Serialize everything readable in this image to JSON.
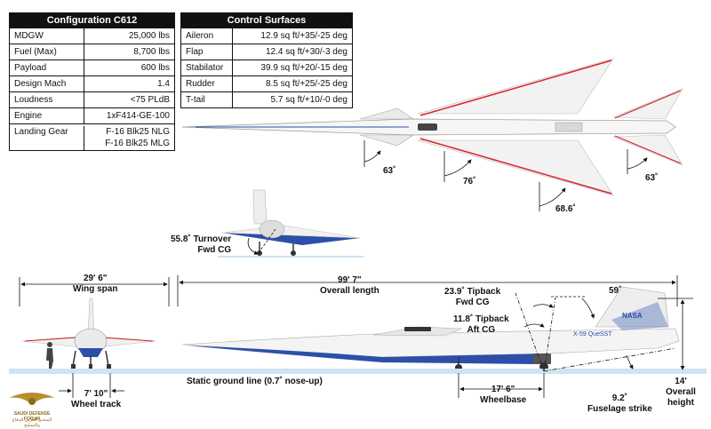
{
  "config_table": {
    "title": "Configuration C612",
    "rows": [
      {
        "label": "MDGW",
        "value": "25,000 lbs"
      },
      {
        "label": "Fuel (Max)",
        "value": "8,700 lbs"
      },
      {
        "label": "Payload",
        "value": "600 lbs"
      },
      {
        "label": "Design Mach",
        "value": "1.4"
      },
      {
        "label": "Loudness",
        "value": "<75 PLdB"
      },
      {
        "label": "Engine",
        "value": "1xF414-GE-100"
      },
      {
        "label": "Landing Gear",
        "value": "F-16 Blk25 NLG",
        "value2": "F-16 Blk25 MLG"
      }
    ]
  },
  "control_table": {
    "title": "Control Surfaces",
    "rows": [
      {
        "label": "Aileron",
        "value": "12.9 sq ft/+35/-25 deg"
      },
      {
        "label": "Flap",
        "value": "12.4 sq ft/+30/-3 deg"
      },
      {
        "label": "Stabilator",
        "value": "39.9 sq ft/+20/-15 deg"
      },
      {
        "label": "Rudder",
        "value": "8.5 sq ft/+25/-25 deg"
      },
      {
        "label": "T-tail",
        "value": "5.7 sq ft/+10/-0 deg"
      }
    ]
  },
  "labels": {
    "angle_63_left": "63˚",
    "angle_76": "76˚",
    "angle_68": "68.6˚",
    "angle_63_right": "63˚",
    "turnover_line1": "55.8˚ Turnover",
    "turnover_line2": "Fwd CG",
    "wing_span_value": "29' 6\"",
    "wing_span_label": "Wing span",
    "overall_length_value": "99' 7\"",
    "overall_length_label": "Overall length",
    "tipback_fwd_line1": "23.9˚ Tipback",
    "tipback_fwd_line2": "Fwd CG",
    "tipback_aft_line1": "11.8˚ Tipback",
    "tipback_aft_line2": "Aft CG",
    "angle_59": "59˚",
    "wheel_track_value": "7' 10\"",
    "wheel_track_label": "Wheel track",
    "ground_line": "Static ground line (0.7˚ nose-up)",
    "wheelbase_value": "17' 6\"",
    "wheelbase_label": "Wheelbase",
    "fuselage_strike_value": "9.2˚",
    "fuselage_strike_label": "Fuselage strike",
    "overall_height_value": "14'",
    "overall_height_line2": "Overall",
    "overall_height_line3": "height",
    "tail_mark": "NASA",
    "tail_name": "X-59 QueSST",
    "logo_line1": "SAUDI DEFENSE FORUM",
    "logo_line2": "المنتدى العربي للدفاع والتسليح"
  },
  "colors": {
    "aircraft_white": "#f4f4f4",
    "aircraft_blue": "#2c4fa8",
    "leading_edge_red": "#d8242a",
    "ground": "#cfe3f0",
    "line": "#111111"
  }
}
